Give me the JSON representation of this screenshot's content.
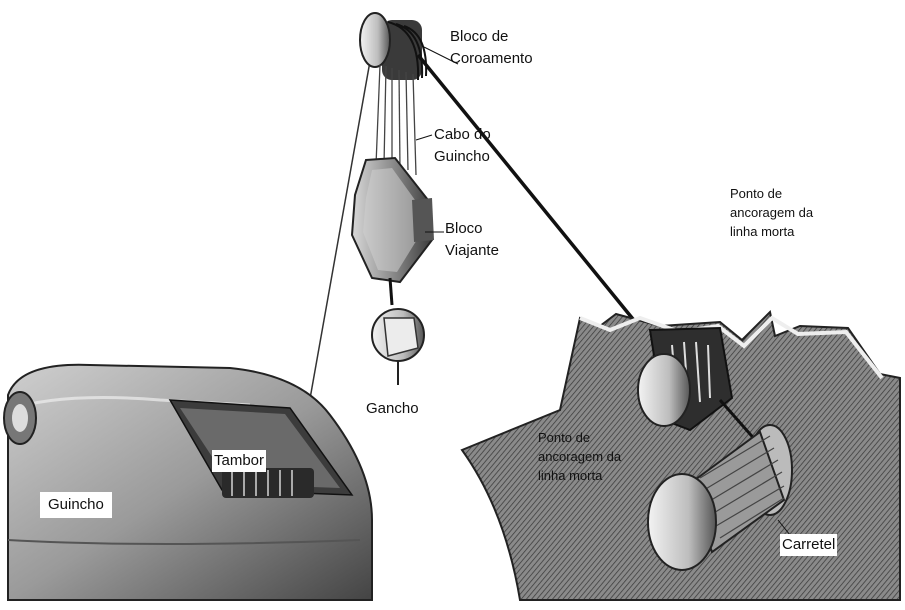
{
  "labels": {
    "bloco_coroamento": [
      "Bloco de",
      "Coroamento"
    ],
    "cabo_guincho": [
      "Cabo do",
      "Guincho"
    ],
    "bloco_viajante": [
      "Bloco",
      "Viajante"
    ],
    "gancho": "Gancho",
    "ancoragem_top": [
      "Ponto de",
      "ancoragem da",
      "linha morta"
    ],
    "ancoragem_bottom": [
      "Ponto de",
      "ancoragem da",
      "linha morta"
    ],
    "tambor": "Tambor",
    "guincho": "Guincho",
    "carretel": "Carretel"
  }
}
